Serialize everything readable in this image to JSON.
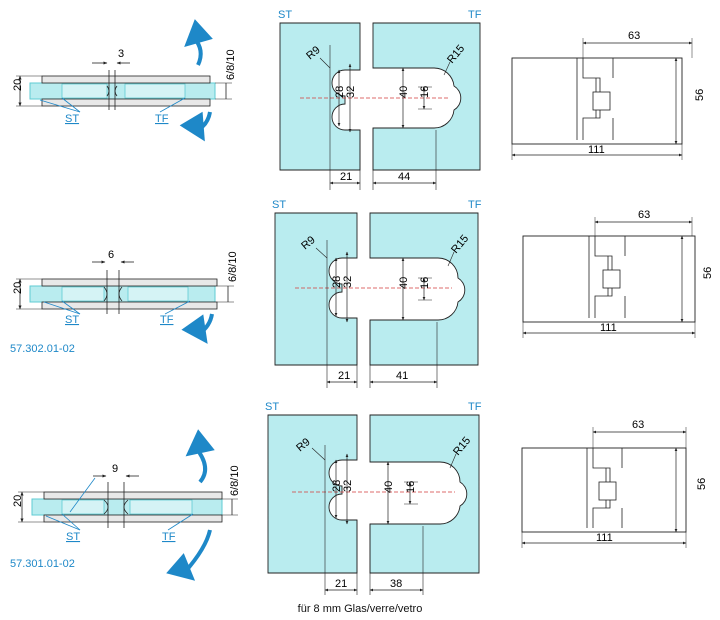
{
  "caption": "für 8 mm Glas/verre/vetro",
  "colors": {
    "glass": "#b9ecef",
    "glass_edge": "#5fcbd3",
    "line": "#222222",
    "blue": "#1e88c8",
    "red": "#d43b3b"
  },
  "rows": [
    {
      "side": {
        "gap": "3",
        "thickness": "6/8/10",
        "height": "20",
        "left_label": "ST",
        "right_label": "TF",
        "part_number": ""
      },
      "cutout": {
        "left_label": "ST",
        "right_label": "TF",
        "radius_left": "R9",
        "radius_right": "R15",
        "dim_28": "28",
        "dim_32": "32",
        "dim_40": "40",
        "dim_16": "16",
        "dim_left_w": "21",
        "dim_right_w": "44"
      },
      "plate": {
        "width_top": "63",
        "height": "56",
        "width_bottom": "111"
      }
    },
    {
      "side": {
        "gap": "6",
        "thickness": "6/8/10",
        "height": "20",
        "left_label": "ST",
        "right_label": "TF",
        "part_number": "57.302.01-02"
      },
      "cutout": {
        "left_label": "ST",
        "right_label": "TF",
        "radius_left": "R9",
        "radius_right": "R15",
        "dim_28": "28",
        "dim_32": "32",
        "dim_40": "40",
        "dim_16": "16",
        "dim_left_w": "21",
        "dim_right_w": "41"
      },
      "plate": {
        "width_top": "63",
        "height": "56",
        "width_bottom": "111"
      }
    },
    {
      "side": {
        "gap": "9",
        "thickness": "6/8/10",
        "height": "20",
        "left_label": "ST",
        "right_label": "TF",
        "part_number": "57.301.01-02"
      },
      "cutout": {
        "left_label": "ST",
        "right_label": "TF",
        "radius_left": "R9",
        "radius_right": "R15",
        "dim_28": "28",
        "dim_32": "32",
        "dim_40": "40",
        "dim_16": "16",
        "dim_left_w": "21",
        "dim_right_w": "38"
      },
      "plate": {
        "width_top": "63",
        "height": "56",
        "width_bottom": "111"
      }
    }
  ]
}
